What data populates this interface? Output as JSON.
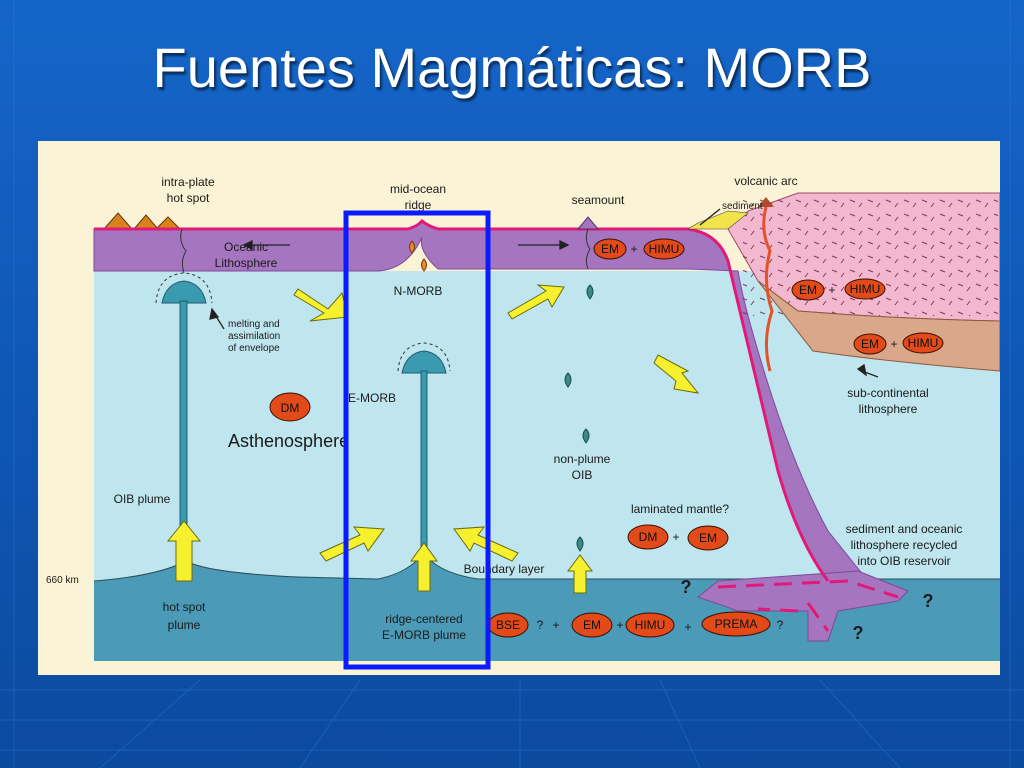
{
  "slide": {
    "title": "Fuentes Magmáticas: MORB"
  },
  "colors": {
    "slide_background": "#1565c8",
    "figure_background": "#fbf3d5",
    "asthenosphere": "#bfe6ee",
    "lower_mantle": "#4a9ab8",
    "lithosphere": "#a575c0",
    "continent": "#f2b8cf",
    "ridge_line": "#e11a7a",
    "highlight_box": "#0b1bff",
    "reservoir_badge": "#e24a1a",
    "arrows": "#f7f02e"
  },
  "diagram": {
    "labels": {
      "intraplate_line1": "intra-plate",
      "intraplate_line2": "hot spot",
      "midocean_line1": "mid-ocean",
      "midocean_line2": "ridge",
      "seamount": "seamount",
      "volcanic_arc": "volcanic arc",
      "sediment": "sediment",
      "oceanic_line1": "Oceanic",
      "oceanic_line2": "Lithosphere",
      "nmorb": "N-MORB",
      "emorb": "E-MORB",
      "melting_line1": "melting and",
      "melting_line2": "assimilation",
      "melting_line3": "of envelope",
      "asthenosphere": "Asthenosphere",
      "oib_plume": "OIB plume",
      "nonplume_line1": "non-plume",
      "nonplume_line2": "OIB",
      "laminated": "laminated mantle?",
      "subcont_line1": "sub-continental",
      "subcont_line2": "lithosphere",
      "recycled_line1": "sediment and oceanic",
      "recycled_line2": "lithosphere recycled",
      "recycled_line3": "into OIB reservoir",
      "depth_660": "660 km",
      "boundary_layer": "Boundary layer",
      "hotspot_line1": "hot spot",
      "hotspot_line2": "plume",
      "ridgecentered_line1": "ridge-centered",
      "ridgecentered_line2": "E-MORB plume"
    },
    "symbols": {
      "plus": "+",
      "question": "?"
    },
    "badges": {
      "em": "EM",
      "himu": "HIMU",
      "dm": "DM",
      "bse": "BSE",
      "prema": "PREMA"
    }
  }
}
